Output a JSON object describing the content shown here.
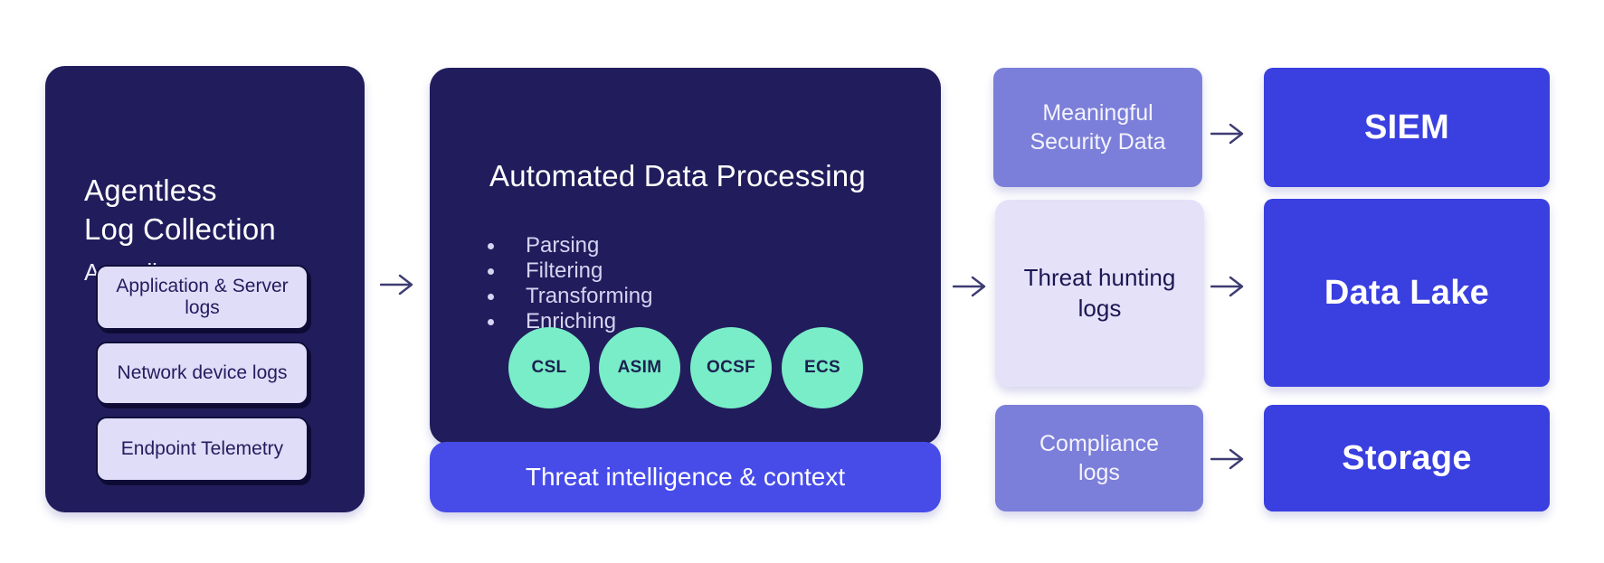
{
  "colors": {
    "navy": "#211d5c",
    "bright_blue": "#3a3fe0",
    "banner_blue": "#474ce9",
    "purple": "#7b7fd9",
    "lavender": "#e4e1f9",
    "chip_lavender": "#e0ddf8",
    "mint_green": "#79edc8",
    "arrow": "#3e3c72"
  },
  "collection": {
    "title": "Agentless\nLog Collection",
    "subtitle": "Auto discovery",
    "sources": [
      {
        "label": "Application & Server\nlogs"
      },
      {
        "label": "Network device logs"
      },
      {
        "label": "Endpoint Telemetry"
      }
    ]
  },
  "processing": {
    "title": "Automated Data Processing",
    "steps": [
      "Parsing",
      "Filtering",
      "Transforming",
      "Enriching"
    ],
    "schemas": [
      "CSL",
      "ASIM",
      "OCSF",
      "ECS"
    ],
    "banner": "Threat intelligence & context"
  },
  "outputs": [
    {
      "label": "Meaningful\nSecurity Data"
    },
    {
      "label": "Threat hunting\nlogs"
    },
    {
      "label": "Compliance\nlogs"
    }
  ],
  "destinations": [
    {
      "label": "SIEM"
    },
    {
      "label": "Data Lake"
    },
    {
      "label": "Storage"
    }
  ]
}
